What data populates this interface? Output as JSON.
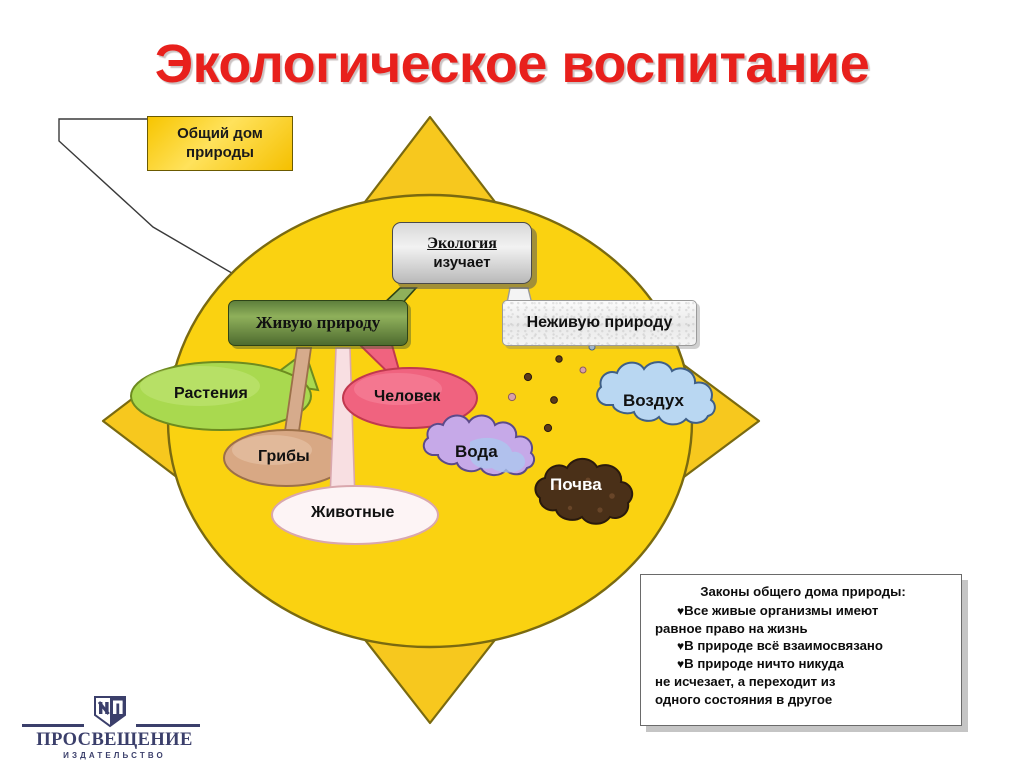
{
  "slide": {
    "title": "Экологическое воспитание",
    "title_color": "#e8201c",
    "background": "#ffffff"
  },
  "callout": {
    "label": "Общий дом\nприроды",
    "line1": "Общий дом",
    "line2": "природы",
    "fill": "#f7c500"
  },
  "sun": {
    "fill": "#fad211",
    "ray_fill": "#f7c81e",
    "stroke": "#7a6a10",
    "ray_count": 8
  },
  "center": {
    "eco_line1": "Экология",
    "eco_line2": "изучает",
    "eco_fill": "#d8d8d8"
  },
  "branches": [
    {
      "id": "living",
      "label": "Живую природу",
      "fill": "#6d8f46"
    },
    {
      "id": "non_living",
      "label": "Неживую природу",
      "fill": "#f2f2f2"
    }
  ],
  "living_items": [
    {
      "id": "plants",
      "label": "Растения",
      "fill": "#a9d94f",
      "shape": "speech-oval"
    },
    {
      "id": "fungi",
      "label": "Грибы",
      "fill": "#d8a884",
      "shape": "speech-oval"
    },
    {
      "id": "animals",
      "label": "Животные",
      "fill": "#fbeef0",
      "shape": "speech-oval"
    },
    {
      "id": "human",
      "label": "Человек",
      "fill": "#f0637f",
      "shape": "speech-oval"
    }
  ],
  "non_living_items": [
    {
      "id": "air",
      "label": "Воздух",
      "fill": "#b9d7f2",
      "text_color": "#111111",
      "shape": "cloud"
    },
    {
      "id": "water",
      "label": "Вода",
      "fill": "#c6a9e8",
      "text_color": "#111111",
      "shape": "cloud"
    },
    {
      "id": "soil",
      "label": "Почва",
      "fill": "#4a3018",
      "text_color": "#ffffff",
      "shape": "blob"
    }
  ],
  "laws": {
    "header": "Законы общего дома природы:",
    "bullet_glyph": "♥",
    "items": [
      {
        "line1": "Все живые организмы имеют",
        "line2": "равное право на жизнь"
      },
      {
        "line1": "В природе всё взаимосвязано",
        "line2": ""
      },
      {
        "line1": "В природе ничто никуда",
        "line2": "не исчезает, а переходит из",
        "line3": "одного состояния в другое"
      }
    ]
  },
  "logo": {
    "name": "ПРОСВЕЩЕНИЕ",
    "subtitle": "ИЗДАТЕЛЬСТВО",
    "color": "#3b3f6b"
  }
}
